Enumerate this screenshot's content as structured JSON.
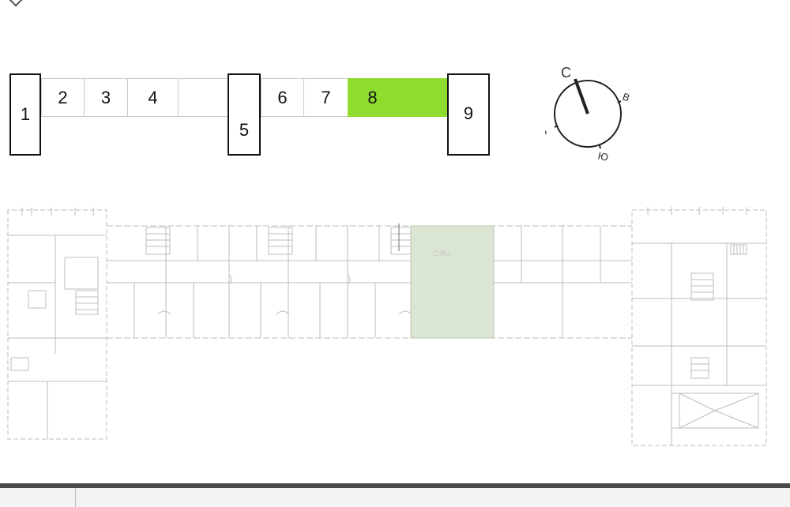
{
  "sections": [
    {
      "id": "1",
      "label": "1",
      "active": false
    },
    {
      "id": "2",
      "label": "2",
      "active": false
    },
    {
      "id": "3",
      "label": "3",
      "active": false
    },
    {
      "id": "4",
      "label": "4",
      "active": false
    },
    {
      "id": "4b",
      "label": "",
      "active": false
    },
    {
      "id": "5",
      "label": "5",
      "active": false
    },
    {
      "id": "6",
      "label": "6",
      "active": false
    },
    {
      "id": "7",
      "label": "7",
      "active": false
    },
    {
      "id": "8",
      "label": "8",
      "active": true
    },
    {
      "id": "8b",
      "label": "",
      "active": true
    },
    {
      "id": "9",
      "label": "9",
      "active": false
    }
  ],
  "compass": {
    "north": "С",
    "east": "В",
    "south": "Ю",
    "west": "З"
  },
  "plan": {
    "watermark": "C.RU"
  },
  "colors": {
    "active": "#8fdc2e",
    "highlight_room": "#dbe5d4",
    "line": "#bdbdbd"
  }
}
